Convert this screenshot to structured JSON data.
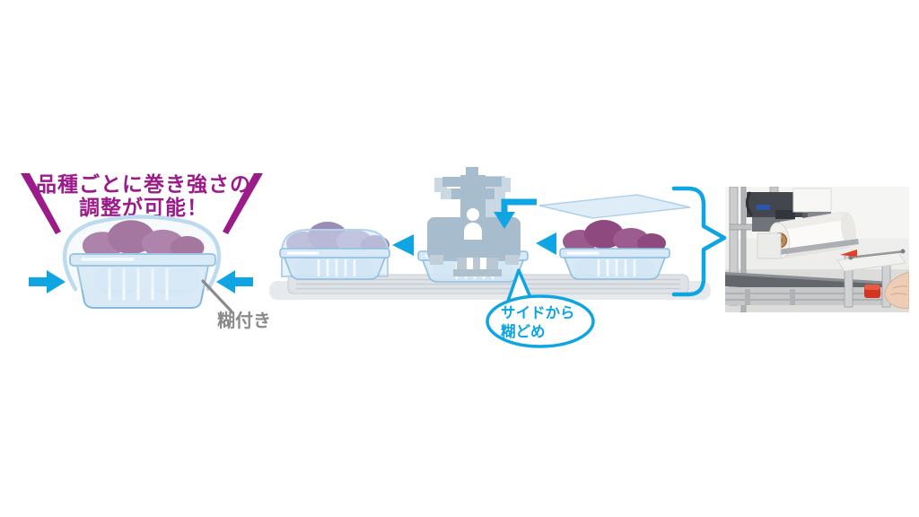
{
  "headline": {
    "line1": "品種ごとに巻き強さの",
    "line2": "調整が可能！"
  },
  "labels": {
    "glue": "糊付き"
  },
  "bubble": {
    "line1": "サイドから",
    "line2": "糊どめ"
  },
  "colors": {
    "accent_cyan": "#0FA5E3",
    "headline_magenta": "#9B1B8B",
    "glue_label_gray": "#8A8A8A",
    "produce_purple": "#9A568C",
    "tray_blue": "#D2E6F5",
    "machine_silhouette_gray": "#A7BCCC",
    "conveyor_gray": "#E7EAED"
  },
  "icons": {
    "inward_arrow_left": "solid arrow pointing right into tray",
    "inward_arrow_right": "solid arrow pointing left into tray",
    "flow_arrow": "solid triangle pointing left (line direction)",
    "film_feed_arrow": "bent arrow pointing down onto machine",
    "brace_to_photo": "curly brace pointing to machine photo",
    "speech_bubble": "oval callout balloon"
  }
}
